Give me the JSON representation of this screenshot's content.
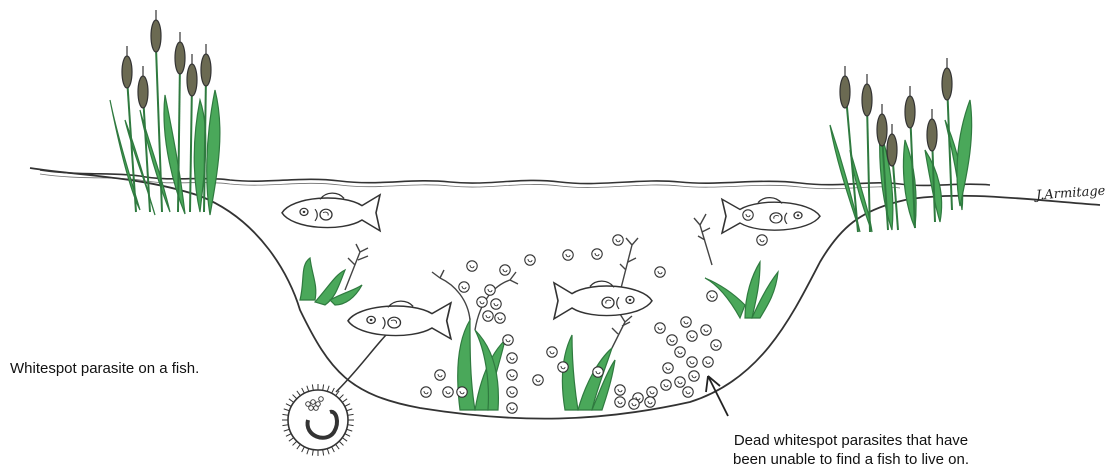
{
  "labels": {
    "parasite_on_fish": "Whitespot parasite on a fish.",
    "dead_parasites_line1": "Dead whitespot parasites that have",
    "dead_parasites_line2": "been unable to find a fish to live on."
  },
  "signature": "J.Armitage",
  "colors": {
    "outline": "#333333",
    "leaf_green": "#4aa85a",
    "leaf_dark": "#2f7a3f",
    "cattail": "#6b6a52"
  }
}
